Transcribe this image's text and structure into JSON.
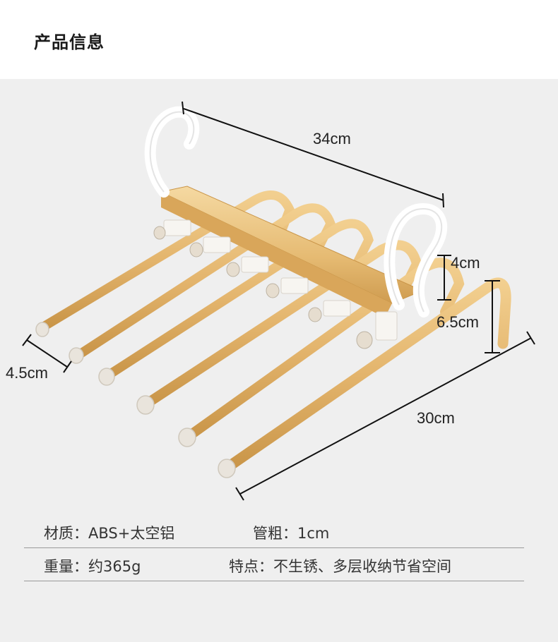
{
  "header": {
    "title": "产品信息"
  },
  "figure": {
    "icon": "pants-hanger-product-photo",
    "colors": {
      "rod": "#e3b46c",
      "rod_dark": "#c99548",
      "hook": "#ffffff",
      "cap": "#e9e4dc",
      "line": "#111111"
    },
    "dimensions": {
      "length_top": "34cm",
      "hook_height": "4cm",
      "layer_gap": "6.5cm",
      "width_side": "4.5cm",
      "rod_length": "30cm"
    }
  },
  "specs": {
    "rows": [
      {
        "left": "材质：ABS+太空铝",
        "right": "管粗：1cm"
      },
      {
        "left": "重量：约365g",
        "right": "特点：不生锈、多层收纳节省空间"
      }
    ]
  }
}
